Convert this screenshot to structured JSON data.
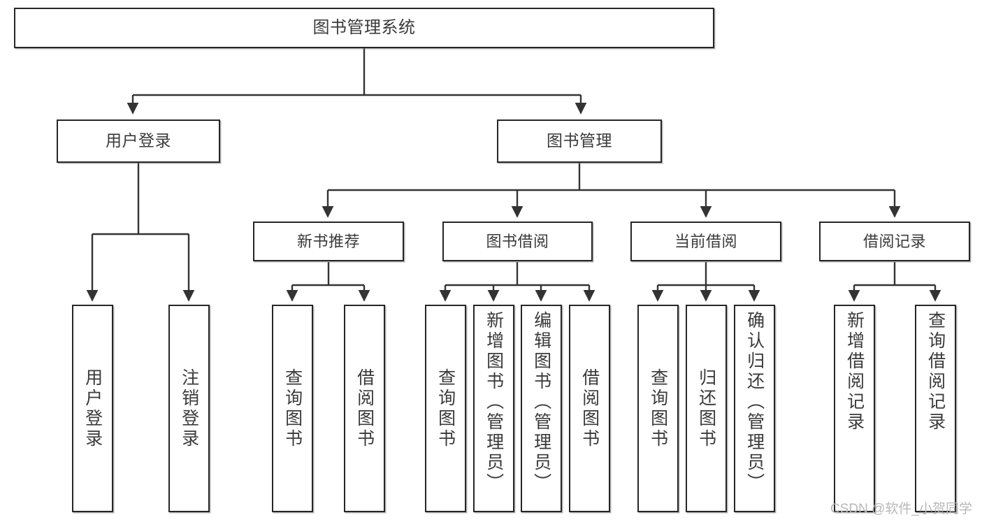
{
  "diagram": {
    "type": "tree-hierarchy",
    "title": "图书管理系统",
    "watermark": "CSDN @软件_小贺同学",
    "colors": {
      "background": "#ffffff",
      "box_border": "#262626",
      "text": "#3a3a3a",
      "connector": "#333333",
      "watermark": "#b8b8b8"
    },
    "nodes": {
      "root": {
        "label": "图书管理系统"
      },
      "level2": [
        {
          "id": "user-login",
          "label": "用户登录"
        },
        {
          "id": "book-management",
          "label": "图书管理"
        }
      ],
      "level3": [
        {
          "id": "new-book-recommend",
          "label": "新书推荐"
        },
        {
          "id": "book-borrow",
          "label": "图书借阅"
        },
        {
          "id": "current-borrow",
          "label": "当前借阅"
        },
        {
          "id": "borrow-record",
          "label": "借阅记录"
        }
      ],
      "leaves": {
        "user_login": [
          {
            "id": "leaf-user-login",
            "label": "用户登录"
          },
          {
            "id": "leaf-logout-login",
            "label": "注销登录"
          }
        ],
        "new_book_recommend": [
          {
            "id": "leaf-query-book-1",
            "label": "查询图书"
          },
          {
            "id": "leaf-borrow-book-1",
            "label": "借阅图书"
          }
        ],
        "book_borrow": [
          {
            "id": "leaf-query-book-2",
            "label": "查询图书"
          },
          {
            "id": "leaf-add-book",
            "label": "新增图书（管理员）"
          },
          {
            "id": "leaf-edit-book",
            "label": "编辑图书（管理员）"
          },
          {
            "id": "leaf-borrow-book-2",
            "label": "借阅图书"
          }
        ],
        "current_borrow": [
          {
            "id": "leaf-query-book-3",
            "label": "查询图书"
          },
          {
            "id": "leaf-return-book",
            "label": "归还图书"
          },
          {
            "id": "leaf-confirm-return",
            "label": "确认归还（管理员）"
          }
        ],
        "borrow_record": [
          {
            "id": "leaf-add-borrow-record",
            "label": "新增借阅记录"
          },
          {
            "id": "leaf-query-borrow-record",
            "label": "查询借阅记录"
          }
        ]
      }
    }
  }
}
